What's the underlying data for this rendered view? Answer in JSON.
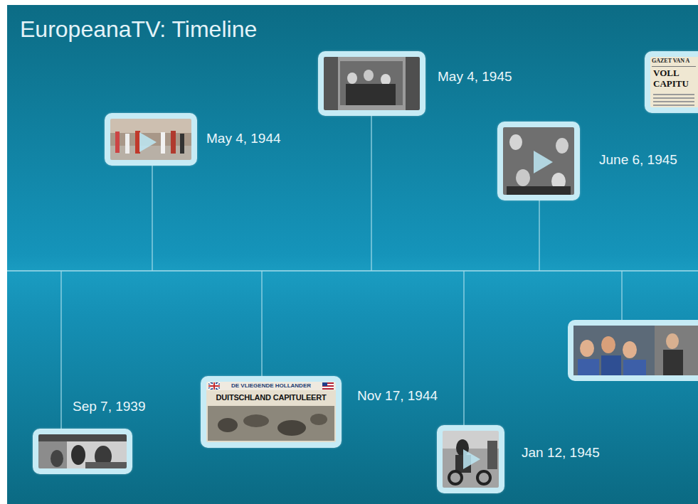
{
  "diagram": {
    "title": "EuropeanaTV: Timeline",
    "nodes": [
      {
        "text": [
          "Sep 7, 1939"
        ]
      },
      {
        "text": [
          "May 4, 1944"
        ]
      },
      {
        "text": [
          "Nov 17, 1944",
          "DE VLIEGENDE HOLLANDER",
          "DUITSCHLAND CAPITULEERT"
        ]
      },
      {
        "text": [
          "Jan 12, 1945"
        ]
      },
      {
        "text": [
          "May 4, 1945"
        ]
      },
      {
        "text": [
          "June 6, 1945"
        ]
      },
      {
        "text": [
          "GAZET VAN A",
          "VOLL CAPITU"
        ]
      }
    ]
  }
}
